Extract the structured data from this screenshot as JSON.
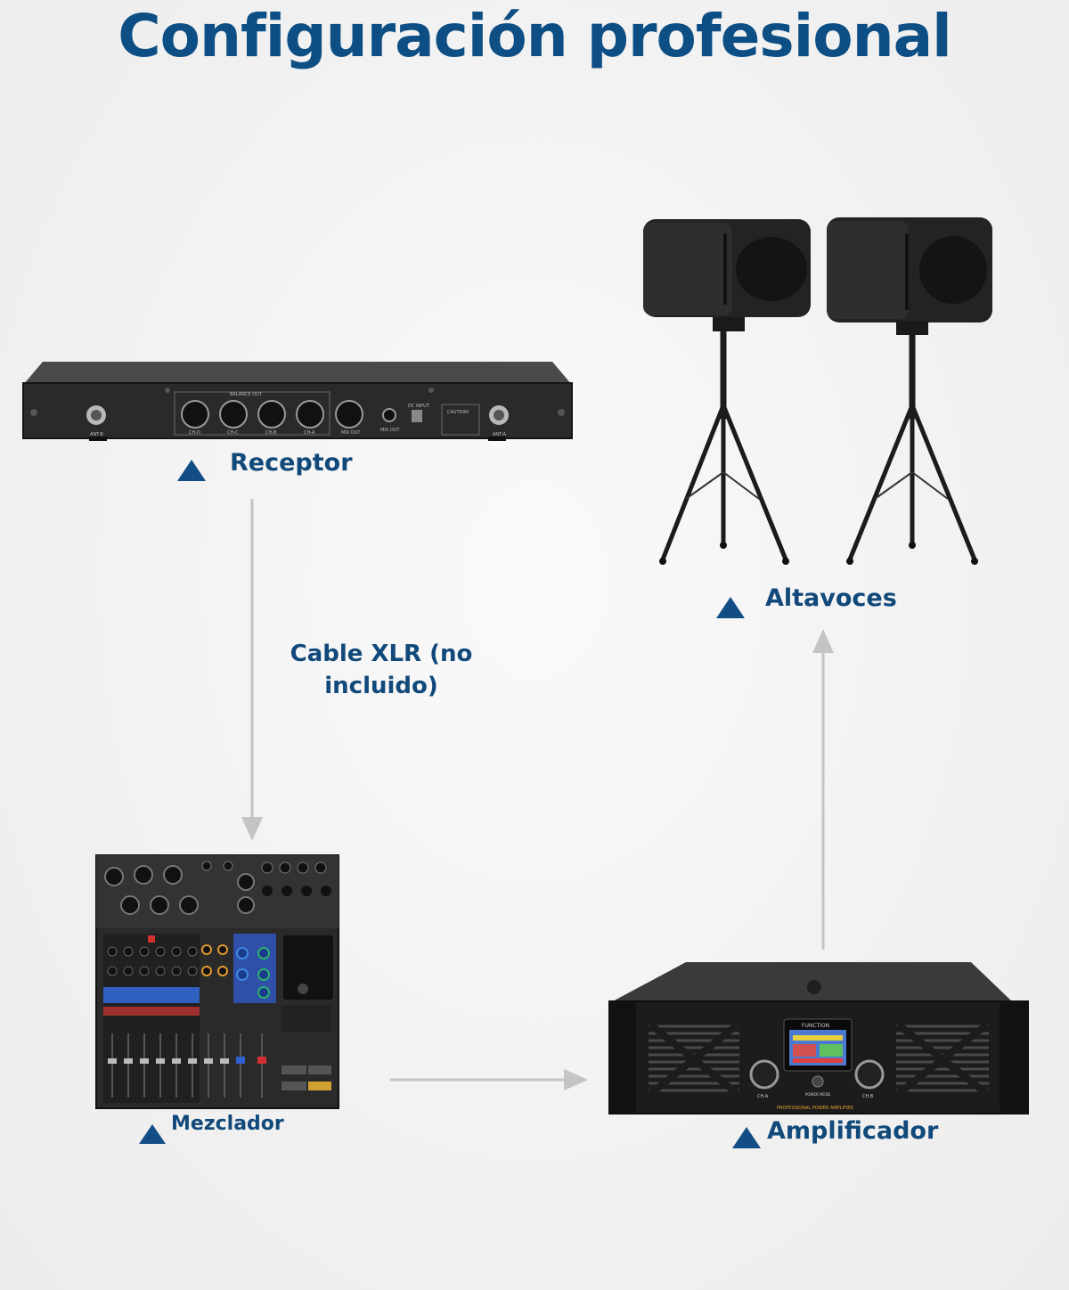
{
  "title": "Configuración profesional",
  "labels": {
    "receptor": "Receptor",
    "altavoces": "Altavoces",
    "mezclador": "Mezclador",
    "amplificador": "Amplificador"
  },
  "cable_note": {
    "line1": "Cable XLR (no",
    "line2": "incluido)"
  },
  "receiver_panel": {
    "ant_b": "ANT-B",
    "ant_a": "ANT-A",
    "balance_out": "BALANCE OUT",
    "ch_d": "CH-D",
    "ch_c": "CH-C",
    "ch_b": "CH-B",
    "ch_a": "CH-A",
    "mix_out_xlr": "MIX OUT",
    "mix_out_jack": "MIX OUT",
    "dc_input": "DC INPUT",
    "caution": "CAUTION!"
  },
  "amplifier_panel": {
    "function": "FUNCTION",
    "power_mode": "POWER MODE",
    "ch_a": "CH.A",
    "ch_b": "CH.B",
    "model": "PROFESSIONAL POWER AMPLIFIER"
  },
  "colors": {
    "title": "#0d4f85",
    "label": "#11497a",
    "arrow": "#c4c4c4",
    "triangle": "#124d86"
  }
}
